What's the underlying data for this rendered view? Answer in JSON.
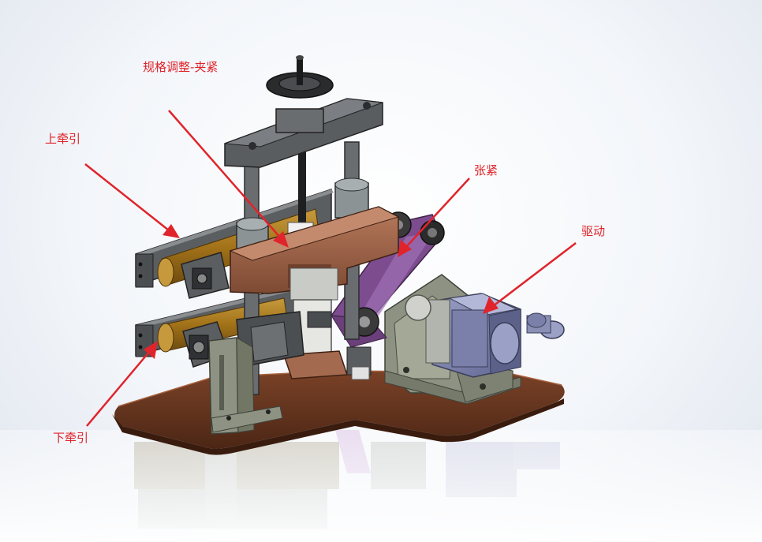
{
  "labels": {
    "spec_adjust_clamp": "规格调整-夹紧",
    "upper_traction": "上牵引",
    "tension": "张紧",
    "drive": "驱动",
    "lower_traction": "下牵引"
  },
  "colors": {
    "annotation": "#e0242b",
    "frame": "#5a5d60",
    "base_plate": "#6b3a22",
    "copper_block": "#a0644a",
    "belt": "#7d4c8f",
    "motor": "#8a8fb5",
    "roller": "#a87a22",
    "bracket": "#8e9282",
    "background": "#eef2f7"
  }
}
